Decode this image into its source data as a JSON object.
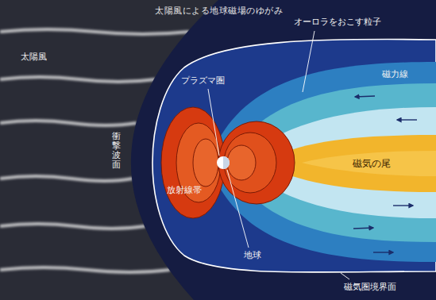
{
  "diagram": {
    "title": "太陽風による地球磁場のゆがみ",
    "labels": [
      "太陽風",
      "衝撃波面",
      "プラズマ圏",
      "放射線帯",
      "地球",
      "オーロラをおこす粒子",
      "磁力線",
      "磁気の尾",
      "磁気圏境界面"
    ]
  }
}
